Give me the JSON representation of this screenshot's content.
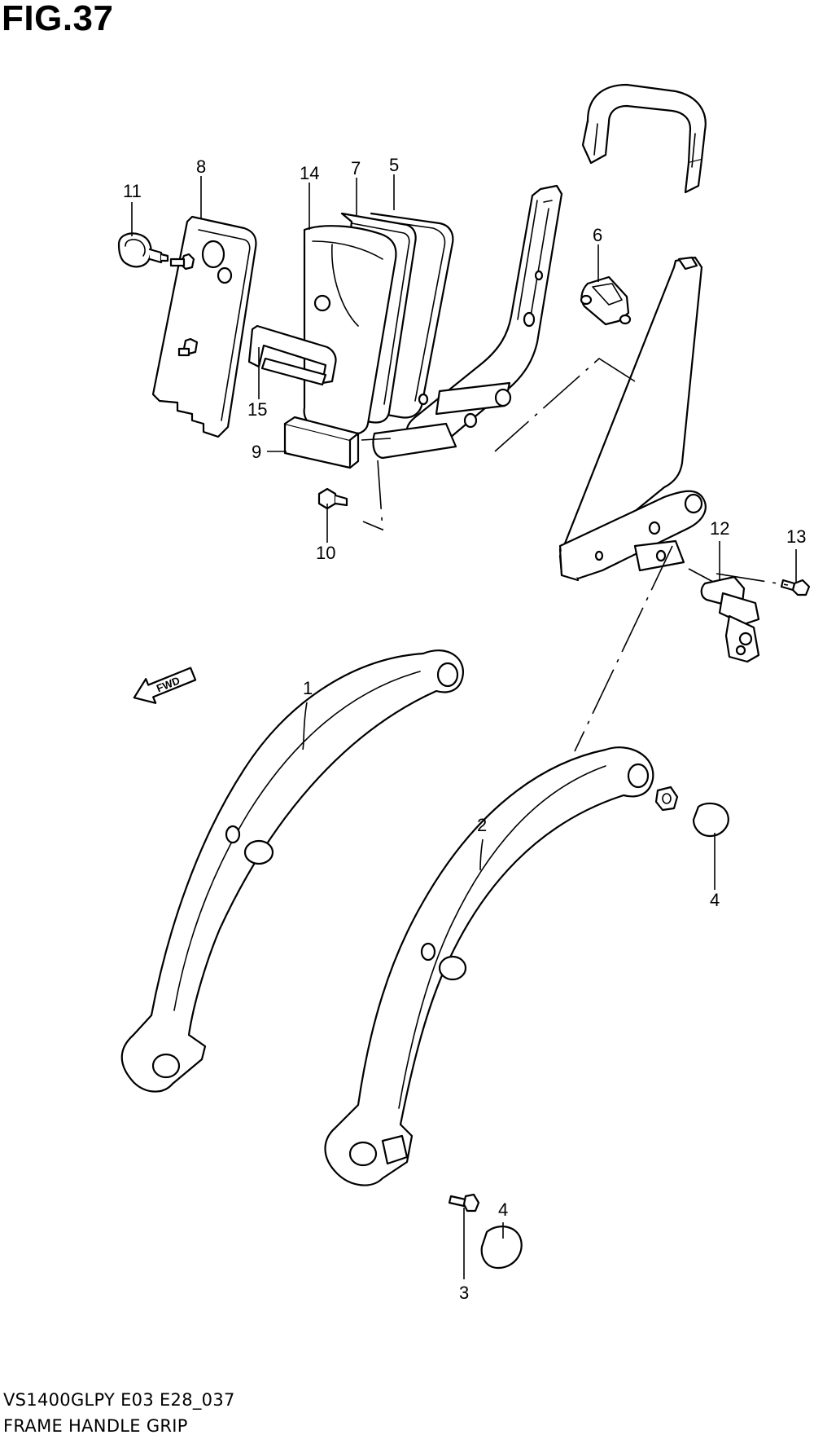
{
  "figure": {
    "title": "FIG.37"
  },
  "footer": {
    "model_code": "VS1400GLPY E03 E28_037",
    "section_name": "FRAME HANDLE GRIP"
  },
  "arrow": {
    "label": "FWD"
  },
  "callouts": {
    "p1": "1",
    "p2": "2",
    "p3": "3",
    "p4a": "4",
    "p4b": "4",
    "p5": "5",
    "p6": "6",
    "p7": "7",
    "p8": "8",
    "p9": "9",
    "p10": "10",
    "p11": "11",
    "p12": "12",
    "p13": "13",
    "p14": "14",
    "p15": "15"
  }
}
